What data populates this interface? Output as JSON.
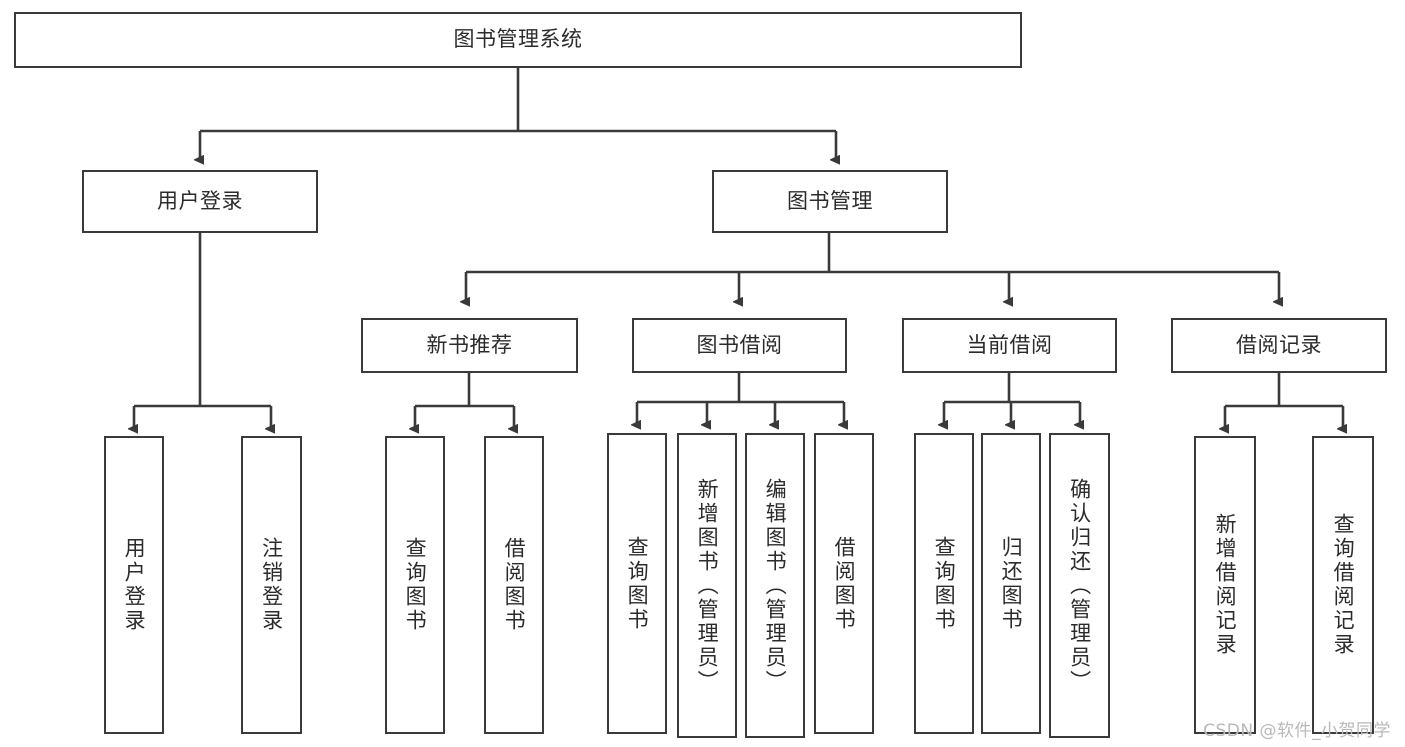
{
  "diagram": {
    "type": "tree-hierarchy-chart",
    "title": "图书管理系统",
    "orientation": "top-down",
    "line_color": "#3a3a3a",
    "box_fill": "#ffffff",
    "text_color": "#2b2b2b"
  },
  "nodes": {
    "root": {
      "label": "图书管理系统",
      "level": 1,
      "orientation": "horizontal"
    },
    "level2": [
      {
        "id": "user-login",
        "label": "用户登录",
        "orientation": "horizontal"
      },
      {
        "id": "book-management",
        "label": "图书管理",
        "orientation": "horizontal"
      }
    ],
    "level3": [
      {
        "id": "new-book-recommend",
        "label": "新书推荐",
        "orientation": "horizontal"
      },
      {
        "id": "book-borrow",
        "label": "图书借阅",
        "orientation": "horizontal"
      },
      {
        "id": "current-borrow",
        "label": "当前借阅",
        "orientation": "horizontal"
      },
      {
        "id": "borrow-record",
        "label": "借阅记录",
        "orientation": "horizontal"
      }
    ],
    "leaves": [
      {
        "id": "leaf-user-login",
        "label": "用户登录",
        "parent": "user-login",
        "orientation": "vertical"
      },
      {
        "id": "leaf-logout-login",
        "label": "注销登录",
        "parent": "user-login",
        "orientation": "vertical"
      },
      {
        "id": "leaf-query-book-1",
        "label": "查询图书",
        "parent": "new-book-recommend",
        "orientation": "vertical"
      },
      {
        "id": "leaf-borrow-book-1",
        "label": "借阅图书",
        "parent": "new-book-recommend",
        "orientation": "vertical"
      },
      {
        "id": "leaf-query-book-2",
        "label": "查询图书",
        "parent": "book-borrow",
        "orientation": "vertical"
      },
      {
        "id": "leaf-add-book-admin",
        "label": "新增图书（管理员）",
        "parent": "book-borrow",
        "orientation": "vertical"
      },
      {
        "id": "leaf-edit-book-admin",
        "label": "编辑图书（管理员）",
        "parent": "book-borrow",
        "orientation": "vertical"
      },
      {
        "id": "leaf-borrow-book-2",
        "label": "借阅图书",
        "parent": "book-borrow",
        "orientation": "vertical"
      },
      {
        "id": "leaf-query-book-3",
        "label": "查询图书",
        "parent": "current-borrow",
        "orientation": "vertical"
      },
      {
        "id": "leaf-return-book",
        "label": "归还图书",
        "parent": "current-borrow",
        "orientation": "vertical"
      },
      {
        "id": "leaf-confirm-return-admin",
        "label": "确认归还（管理员）",
        "parent": "current-borrow",
        "orientation": "vertical"
      },
      {
        "id": "leaf-add-borrow-record",
        "label": "新增借阅记录",
        "parent": "borrow-record",
        "orientation": "vertical"
      },
      {
        "id": "leaf-query-borrow-record",
        "label": "查询借阅记录",
        "parent": "borrow-record",
        "orientation": "vertical"
      }
    ]
  },
  "watermark": {
    "text": "CSDN @软件_小贺同学"
  }
}
